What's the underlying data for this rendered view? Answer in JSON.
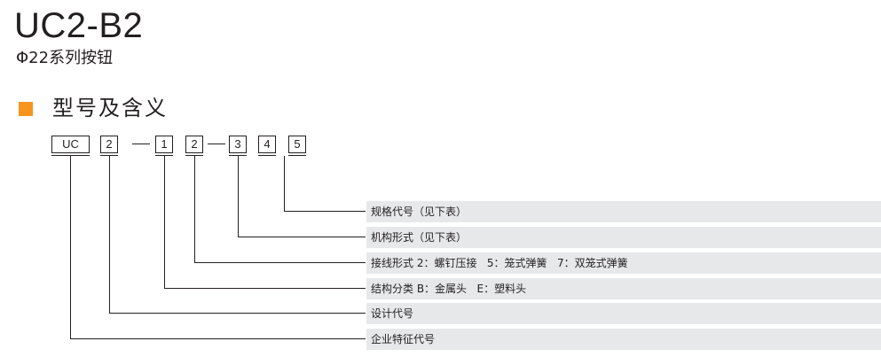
{
  "header": {
    "title": "UC2-B2",
    "subtitle": "Φ22系列按钮"
  },
  "section": {
    "title": "型号及含义"
  },
  "code": {
    "boxes": [
      "UC",
      "2",
      "1",
      "2",
      "3",
      "4",
      "5"
    ],
    "dashes": [
      "—",
      "—"
    ]
  },
  "legend": [
    "规格代号（见下表）",
    "机构形式（见下表）",
    "接线形式 2：螺钉压接   5：笼式弹簧   7：双笼式弹簧",
    "结构分类 B：金属头   E：塑料头",
    "设计代号",
    "企业特征代号"
  ],
  "colors": {
    "accent": "#f7941d",
    "row_bg": "#e7e8ea",
    "text": "#231f20"
  }
}
